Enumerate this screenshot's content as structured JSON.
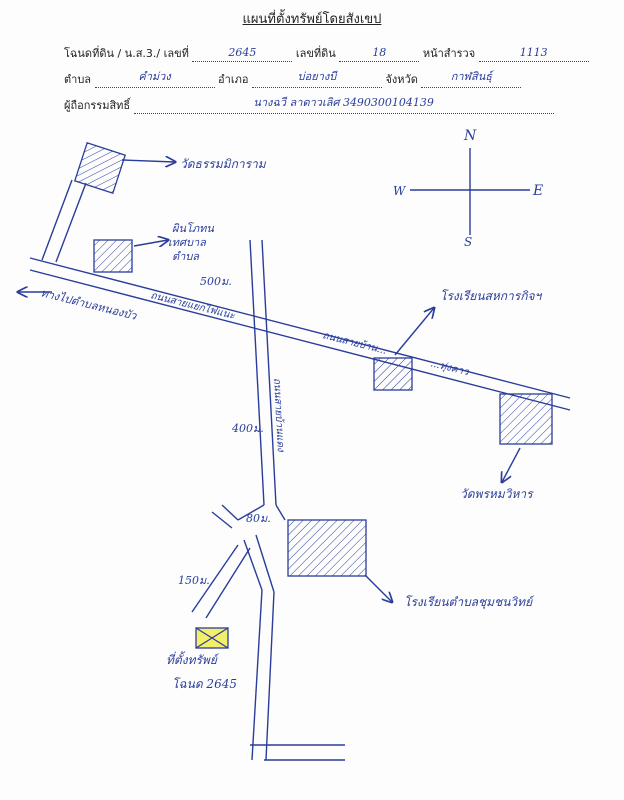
{
  "header": {
    "title": "แผนที่ตั้งทรัพย์โดยสังเขป",
    "deed_label": "โฉนดที่ดิน / น.ส.3./ เลขที่",
    "deed_value": "2645",
    "land_no_label": "เลขที่ดิน",
    "land_no_value": "18",
    "survey_page_label": "หน้าสำรวจ",
    "survey_page_value": "1113",
    "subdistrict_label": "ตำบล",
    "subdistrict_value": "คำม่วง",
    "district_label": "อำเภอ",
    "district_value": "บ่อยางบี",
    "province_label": "จังหวัด",
    "province_value": "กาฬสินธุ์",
    "owner_label": "ผู้ถือกรรมสิทธิ์",
    "owner_value": "นางฉวี  ลาดาวเลิศ  3490300104139"
  },
  "map": {
    "compass": {
      "north": "N",
      "east": "E",
      "west": "W",
      "south": "S"
    },
    "labels": {
      "temple": "วัดธรรมมิการาม",
      "tambon_hospital_line1": "ผินโภทน",
      "tambon_hospital_line2": "เทศบาล",
      "tambon_hospital_line3": "ตำบล",
      "dist_500": "500ม.",
      "road_top_left": "ถนนสายแยกไฟแนะ",
      "to_nongbua": "ทางไปตำบลหนองบัว",
      "road_main_east": "ถนนสายบ้าน...",
      "road_main_east2": "...ทุ่งคาว",
      "school": "โรงเรียนสหการกิจฯ",
      "temple2": "วัดพรหมวิหาร",
      "road_vertical": "ถนนสายบ้านแดง",
      "dist_400": "400ม.",
      "dist_80": "80ม.",
      "dist_150": "150ม.",
      "community_school": "โรงเรียนตำบลชุมชนวิทย์",
      "property_line1": "ที่ตั้งทรัพย์",
      "property_line2": "โฉนด 2645"
    },
    "colors": {
      "ink": "#2a3d9a",
      "property": "#f3ef6a"
    }
  }
}
